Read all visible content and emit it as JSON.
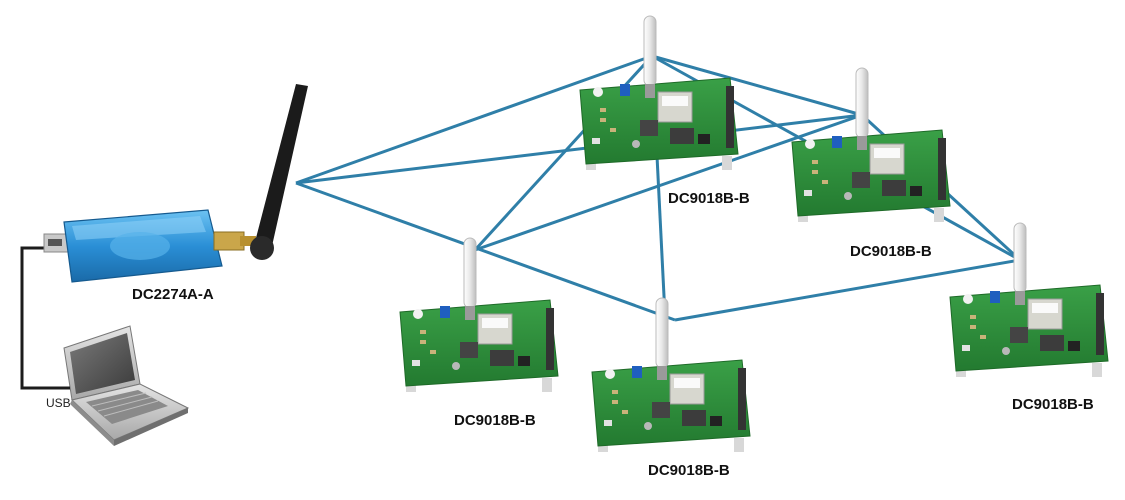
{
  "gateway": {
    "label": "DC2274A-A",
    "color": "#2a8fd6",
    "icon": "usb-gateway-icon"
  },
  "computer": {
    "cable_label": "USB",
    "icon": "laptop-icon"
  },
  "motes": [
    {
      "id": "mote-top",
      "label": "DC9018B-B"
    },
    {
      "id": "mote-upper-right",
      "label": "DC9018B-B"
    },
    {
      "id": "mote-left",
      "label": "DC9018B-B"
    },
    {
      "id": "mote-bottom-center",
      "label": "DC9018B-B"
    },
    {
      "id": "mote-far-right",
      "label": "DC9018B-B"
    }
  ],
  "colors": {
    "link": "#2f7fa8",
    "board": "#2f8f3a",
    "antenna": "#ececec",
    "gateway_antenna": "#1b1b1b",
    "cable": "#1c1c1c"
  }
}
